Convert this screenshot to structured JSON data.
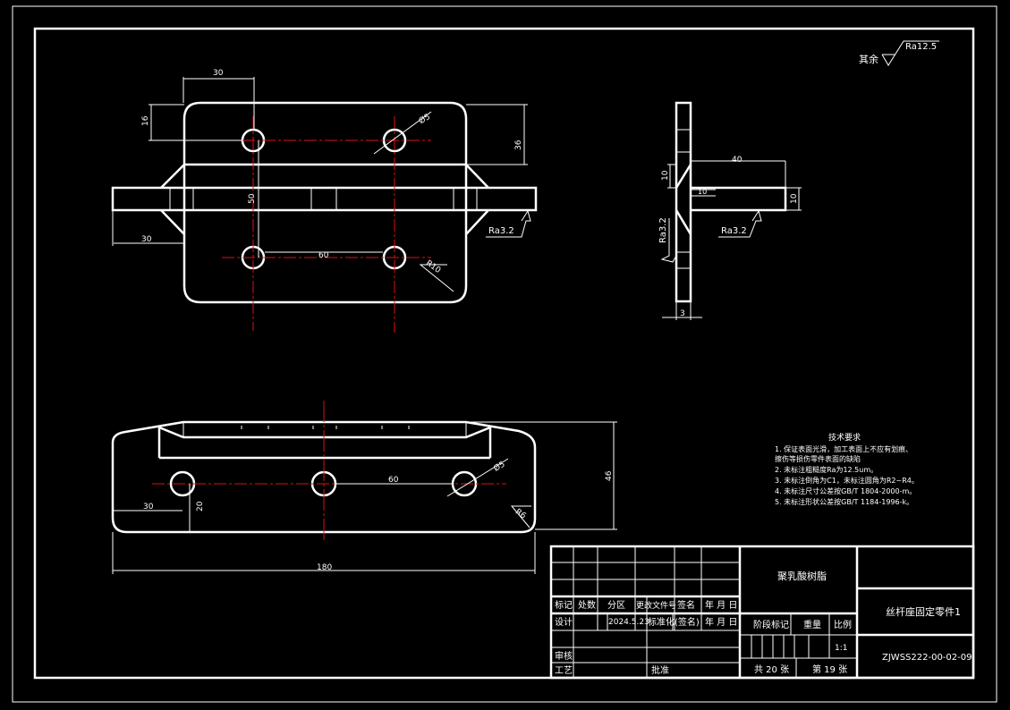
{
  "roughness": {
    "other_label": "其余",
    "other_value": "Ra12.5",
    "front_view": "Ra3.2",
    "side_view_1": "Ra3.2",
    "side_view_2": "Ra3.2"
  },
  "dimensions": {
    "front": {
      "d30_top": "30",
      "d16": "16",
      "d36": "36",
      "d50": "50",
      "d30_left": "30",
      "d60": "60",
      "phi5": "Ø5",
      "r10": "R10"
    },
    "side": {
      "d40": "40",
      "d10_left": "10",
      "d10_inner": "10",
      "d10_right": "10",
      "d3": "3"
    },
    "bottom": {
      "d180": "180",
      "d46": "46",
      "d30": "30",
      "d20": "20",
      "d60": "60",
      "phi5": "Ø5",
      "r6": "R6"
    }
  },
  "tech_requirements": {
    "title": "技术要求",
    "items": [
      "1. 保证表面光滑，加工表面上不应有划痕、",
      "擦伤等损伤零件表面的缺陷",
      "2. 未标注粗糙度Ra为12.5um。",
      "3. 未标注倒角为C1，未标注圆角为R2~R4。",
      "4. 未标注尺寸公差按GB/T 1804-2000-m。",
      "5. 未标注形状公差按GB/T 1184-1996-k。"
    ]
  },
  "title_block": {
    "material": "聚乳酸树脂",
    "part_name": "丝杆座固定零件1",
    "drawing_no": "ZJWSS222-00-02-09",
    "header_row": [
      "标记",
      "处数",
      "分区",
      "更改文件号",
      "签名",
      "年 月 日"
    ],
    "design_label": "设计",
    "design_date": "2024.5.23",
    "standardization": "标准化",
    "signature": "(签名)",
    "date_label": "年 月 日",
    "stage_label": "阶段标记",
    "weight_label": "重量",
    "scale_label": "比例",
    "scale_value": "1:1",
    "review_label": "审核",
    "process_label": "工艺",
    "approve_label": "批准",
    "sheets_total": "共 20 张",
    "sheet_no": "第 19 张"
  }
}
